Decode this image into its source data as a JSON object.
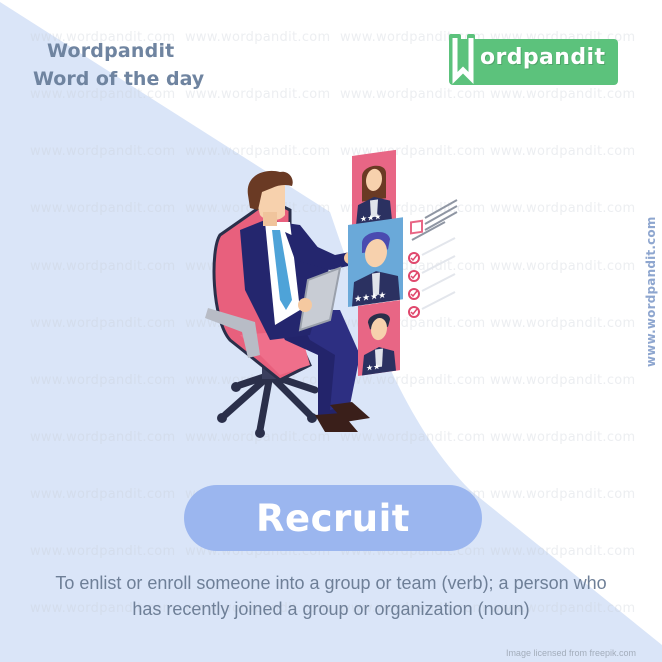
{
  "header": {
    "brand_title": "Wordpandit",
    "brand_subtitle": "Word of the day"
  },
  "logo": {
    "text": "ordpandit",
    "initial": "W",
    "icon": "bookmark-w-icon",
    "color": "#5cc27c"
  },
  "side_url": "www.wordpandit.com",
  "watermark_text": "www.wordpandit.com",
  "illustration": {
    "description": "businessman-in-office-chair-reviewing-candidate-profiles",
    "profile_cards": [
      {
        "label": "female-candidate-card",
        "color": "#e86685"
      },
      {
        "label": "male-candidate-card-selected",
        "color": "#6aa9d9"
      },
      {
        "label": "male-candidate-card",
        "color": "#e86685"
      }
    ],
    "checklist_items": 4
  },
  "word": {
    "term": "Recruit",
    "pill_color": "#9bb6ef"
  },
  "definition": {
    "line1": "To enlist or enroll someone into a group or team (verb); a person who",
    "line2": "has recently joined a group or organization (noun)"
  },
  "credit": "Image licensed from freepik.com",
  "colors": {
    "background": "#ffffff",
    "accent_shape": "#dae5f8",
    "heading_text": "#6f84a0",
    "definition_text": "#6e7f97",
    "side_url": "#8ea6cf"
  }
}
